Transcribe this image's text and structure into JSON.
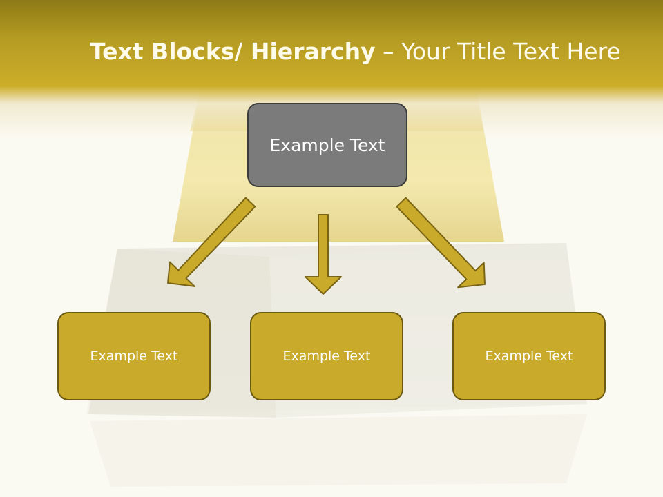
{
  "slide": {
    "title_bold": "Text Blocks/ Hierarchy",
    "title_rest": " – Your Title Text Here"
  },
  "hierarchy": {
    "root": {
      "label": "Example Text"
    },
    "children": [
      {
        "label": "Example Text"
      },
      {
        "label": "Example Text"
      },
      {
        "label": "Example Text"
      }
    ]
  },
  "colors": {
    "header_gold": "#c9ab2a",
    "root_fill": "#7b7b7b",
    "child_fill": "#c9aa2a",
    "arrow_fill": "#c9aa2a",
    "arrow_stroke": "#7a6515"
  }
}
